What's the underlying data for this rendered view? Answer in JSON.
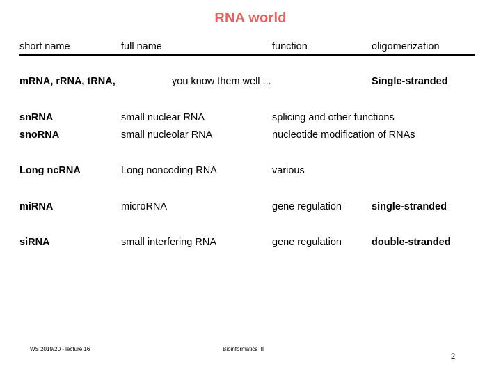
{
  "slide": {
    "title": "RNA world",
    "title_color": "#e8615e",
    "background_color": "#ffffff"
  },
  "table": {
    "headers": {
      "short_name": "short name",
      "full_name": "full name",
      "function": "function",
      "oligomerization": "oligomerization"
    },
    "rows": [
      {
        "short_name": "mRNA, r RNA, tRNA,",
        "short_name_text": "mRNA, rRNA, tRNA,",
        "full_name": "",
        "function": "you know them well ...",
        "oligomerization": "Single-stranded"
      },
      {
        "short_name": "snRNA",
        "full_name": "small nuclear RNA",
        "function": "splicing and other functions",
        "oligomerization": ""
      },
      {
        "short_name": "snoRNA",
        "full_name": "small nucleolar RNA",
        "function": "nucleotide modification of RNAs",
        "oligomerization": ""
      },
      {
        "short_name": "Long ncRNA",
        "full_name": "Long noncoding RNA",
        "function": "various",
        "oligomerization": ""
      },
      {
        "short_name": "miRNA",
        "full_name": "microRNA",
        "function": "gene regulation",
        "oligomerization": "single-stranded"
      },
      {
        "short_name": "siRNA",
        "full_name": "small interfering RNA",
        "function": "gene regulation",
        "oligomerization": "double-stranded"
      }
    ]
  },
  "footer": {
    "left": "WS 2019/20 - lecture 16",
    "center": "Bioinformatics III",
    "page_number": "2"
  }
}
